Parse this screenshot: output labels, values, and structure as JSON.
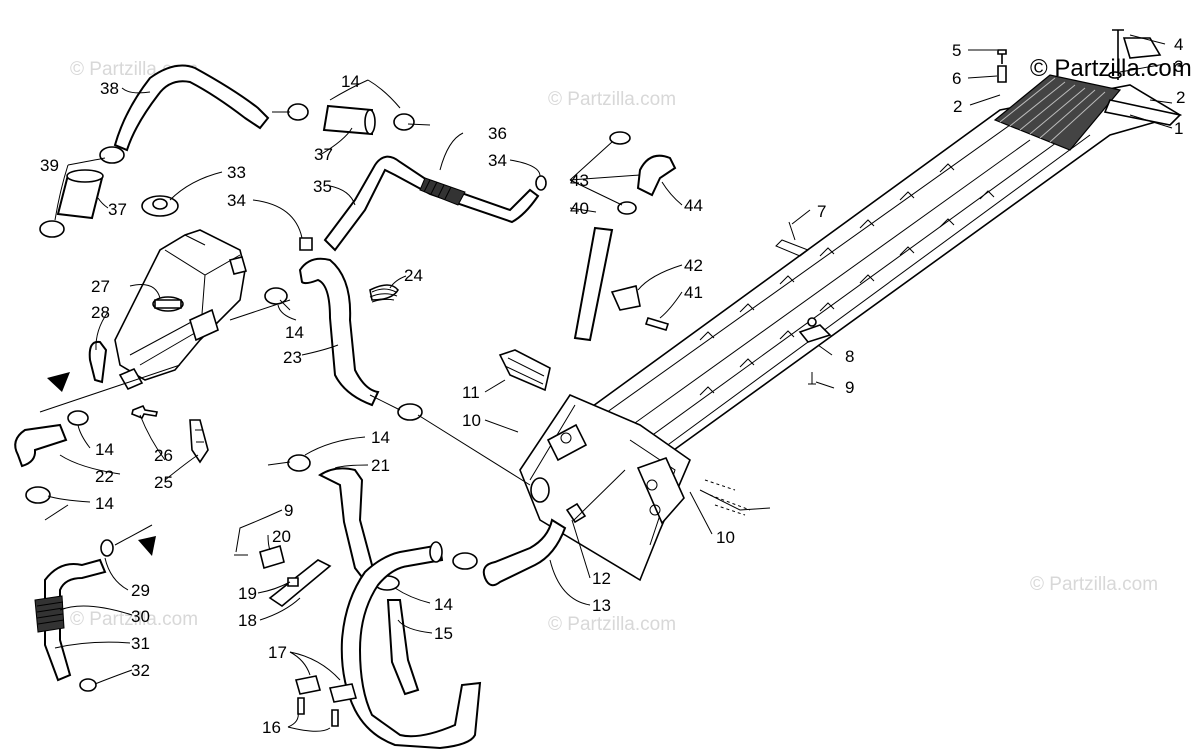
{
  "watermark": {
    "main": "© Partzilla.com",
    "faint": "© Partzilla.com"
  },
  "part_numbers": [
    {
      "id": "c1",
      "label": "1"
    },
    {
      "id": "c2a",
      "label": "2"
    },
    {
      "id": "c2b",
      "label": "2"
    },
    {
      "id": "c3",
      "label": "3"
    },
    {
      "id": "c4",
      "label": "4"
    },
    {
      "id": "c5",
      "label": "5"
    },
    {
      "id": "c6",
      "label": "6"
    },
    {
      "id": "c7",
      "label": "7"
    },
    {
      "id": "c8",
      "label": "8"
    },
    {
      "id": "c9a",
      "label": "9"
    },
    {
      "id": "c9b",
      "label": "9"
    },
    {
      "id": "c10a",
      "label": "10"
    },
    {
      "id": "c10b",
      "label": "10"
    },
    {
      "id": "c11",
      "label": "11"
    },
    {
      "id": "c12",
      "label": "12"
    },
    {
      "id": "c13",
      "label": "13"
    },
    {
      "id": "c14a",
      "label": "14"
    },
    {
      "id": "c14b",
      "label": "14"
    },
    {
      "id": "c14c",
      "label": "14"
    },
    {
      "id": "c14d",
      "label": "14"
    },
    {
      "id": "c14e",
      "label": "14"
    },
    {
      "id": "c14f",
      "label": "14"
    },
    {
      "id": "c15",
      "label": "15"
    },
    {
      "id": "c16",
      "label": "16"
    },
    {
      "id": "c17",
      "label": "17"
    },
    {
      "id": "c18",
      "label": "18"
    },
    {
      "id": "c19",
      "label": "19"
    },
    {
      "id": "c20",
      "label": "20"
    },
    {
      "id": "c21",
      "label": "21"
    },
    {
      "id": "c22",
      "label": "22"
    },
    {
      "id": "c23",
      "label": "23"
    },
    {
      "id": "c24",
      "label": "24"
    },
    {
      "id": "c25",
      "label": "25"
    },
    {
      "id": "c26",
      "label": "26"
    },
    {
      "id": "c27",
      "label": "27"
    },
    {
      "id": "c28",
      "label": "28"
    },
    {
      "id": "c29",
      "label": "29"
    },
    {
      "id": "c30",
      "label": "30"
    },
    {
      "id": "c31",
      "label": "31"
    },
    {
      "id": "c32",
      "label": "32"
    },
    {
      "id": "c33",
      "label": "33"
    },
    {
      "id": "c34a",
      "label": "34"
    },
    {
      "id": "c34b",
      "label": "34"
    },
    {
      "id": "c35",
      "label": "35"
    },
    {
      "id": "c36",
      "label": "36"
    },
    {
      "id": "c37a",
      "label": "37"
    },
    {
      "id": "c37b",
      "label": "37"
    },
    {
      "id": "c38",
      "label": "38"
    },
    {
      "id": "c39",
      "label": "39"
    },
    {
      "id": "c40",
      "label": "40"
    },
    {
      "id": "c41",
      "label": "41"
    },
    {
      "id": "c42",
      "label": "42"
    },
    {
      "id": "c43",
      "label": "43"
    },
    {
      "id": "c44",
      "label": "44"
    }
  ]
}
